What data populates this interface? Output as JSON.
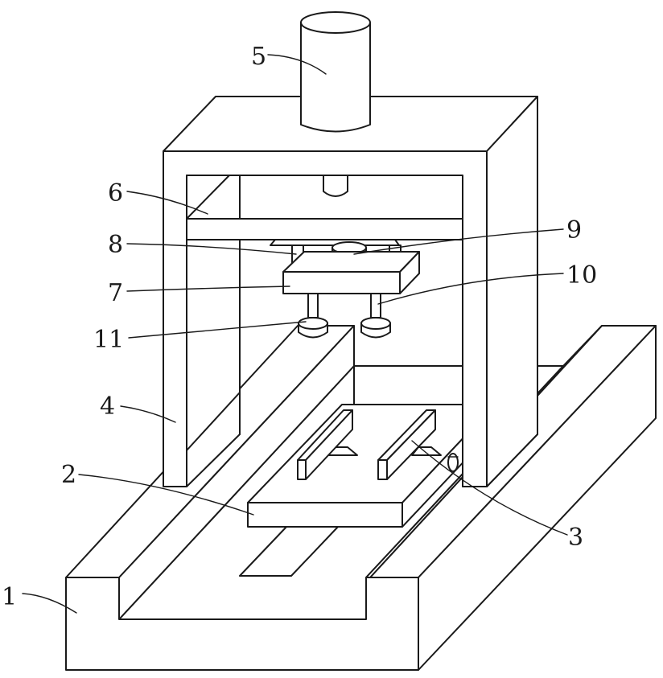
{
  "diagram": {
    "labels": [
      {
        "id": "1",
        "text": "1"
      },
      {
        "id": "2",
        "text": "2"
      },
      {
        "id": "3",
        "text": "3"
      },
      {
        "id": "4",
        "text": "4"
      },
      {
        "id": "5",
        "text": "5"
      },
      {
        "id": "6",
        "text": "6"
      },
      {
        "id": "7",
        "text": "7"
      },
      {
        "id": "8",
        "text": "8"
      },
      {
        "id": "9",
        "text": "9"
      },
      {
        "id": "10",
        "text": "10"
      },
      {
        "id": "11",
        "text": "11"
      }
    ],
    "colors": {
      "line": "#1a1a1a",
      "background": "#ffffff"
    }
  }
}
